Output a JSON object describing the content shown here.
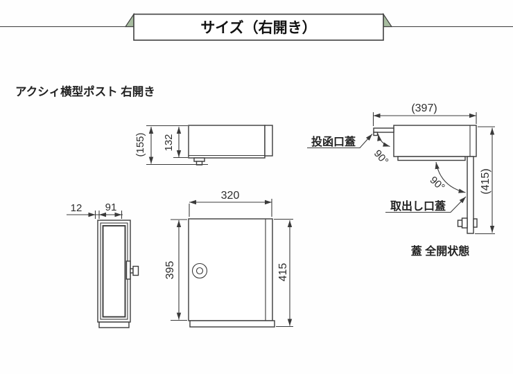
{
  "banner": {
    "title": "サイズ（右開き）"
  },
  "product_label": "アクシィ横型ポスト 右開き",
  "drawings": {
    "top_view": {
      "depth_overall": "(155)",
      "depth_body": "132"
    },
    "side_view": {
      "lid_offset": "12",
      "body_depth": "91"
    },
    "front_view": {
      "width": "320",
      "door_height": "395",
      "total_height": "415"
    },
    "open_state": {
      "width_open": "(397)",
      "height_open": "(415)",
      "lid_angle": "90°",
      "door_angle": "90°",
      "label_mail_slot_lid": "投函口蓋",
      "label_takeout_lid": "取出し口蓋",
      "caption": "蓋 全開状態"
    }
  },
  "colors": {
    "ribbon_green": "#a8bda0",
    "line": "#3a3a3a"
  }
}
